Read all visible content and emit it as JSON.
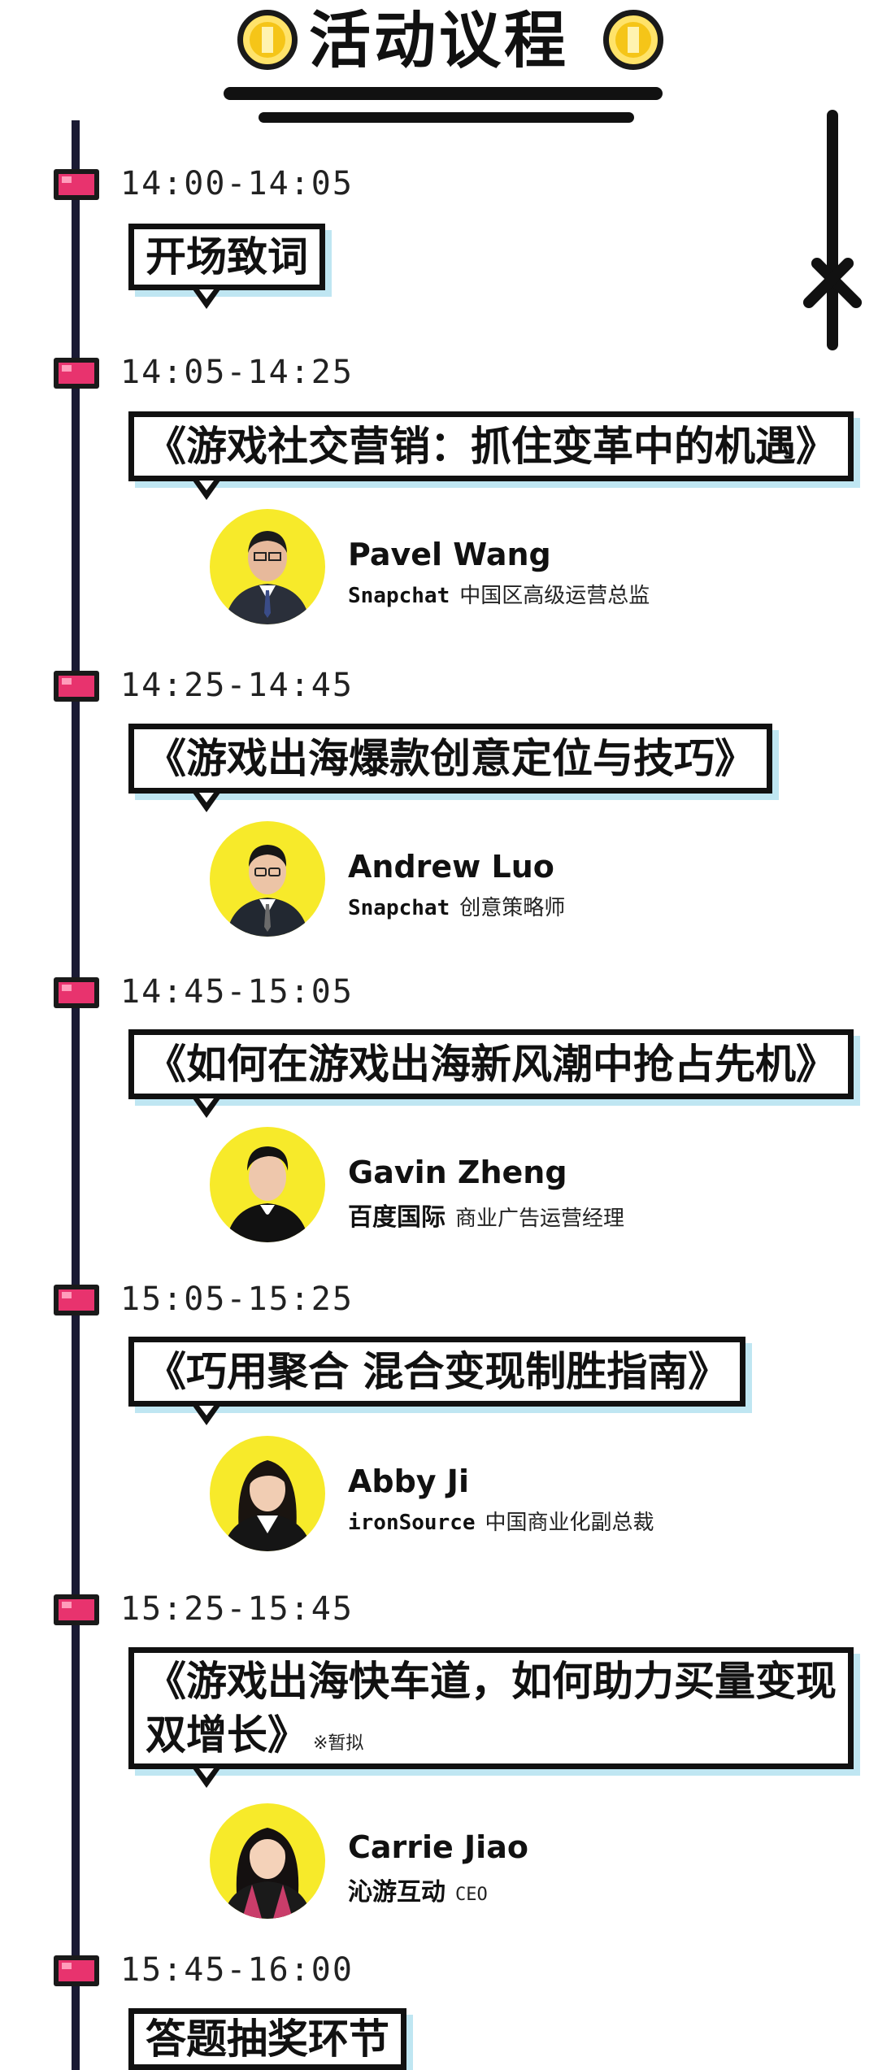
{
  "header": {
    "title": "活动议程"
  },
  "agenda": [
    {
      "time": "14:00-14:05",
      "title": "开场致词"
    },
    {
      "time": "14:05-14:25",
      "title": "《游戏社交营销：抓住变革中的机遇》",
      "speaker": {
        "name": "Pavel Wang",
        "org": "Snapchat",
        "role": "中国区高级运营总监"
      }
    },
    {
      "time": "14:25-14:45",
      "title": "《游戏出海爆款创意定位与技巧》",
      "speaker": {
        "name": "Andrew Luo",
        "org": "Snapchat",
        "role": "创意策略师"
      }
    },
    {
      "time": "14:45-15:05",
      "title": "《如何在游戏出海新风潮中抢占先机》",
      "speaker": {
        "name": "Gavin Zheng",
        "org": "百度国际",
        "role": "商业广告运营经理"
      }
    },
    {
      "time": "15:05-15:25",
      "title": "《巧用聚合 混合变现制胜指南》",
      "speaker": {
        "name": "Abby Ji",
        "org": "ironSource",
        "role": "中国商业化副总裁"
      }
    },
    {
      "time": "15:25-15:45",
      "title_line1": "《游戏出海快车道，如何助力买量变现",
      "title_line2": "双增长》",
      "note": "※暂拟",
      "speaker": {
        "name": "Carrie Jiao",
        "org": "沁游互动",
        "role": "CEO"
      }
    },
    {
      "time": "15:45-16:00",
      "title": "答题抽奖环节"
    }
  ],
  "colors": {
    "marker": "#e8336e",
    "avatar_bg": "#f7ea2a",
    "box_shadow": "#bfe6f2",
    "coin": "#f5c518"
  }
}
